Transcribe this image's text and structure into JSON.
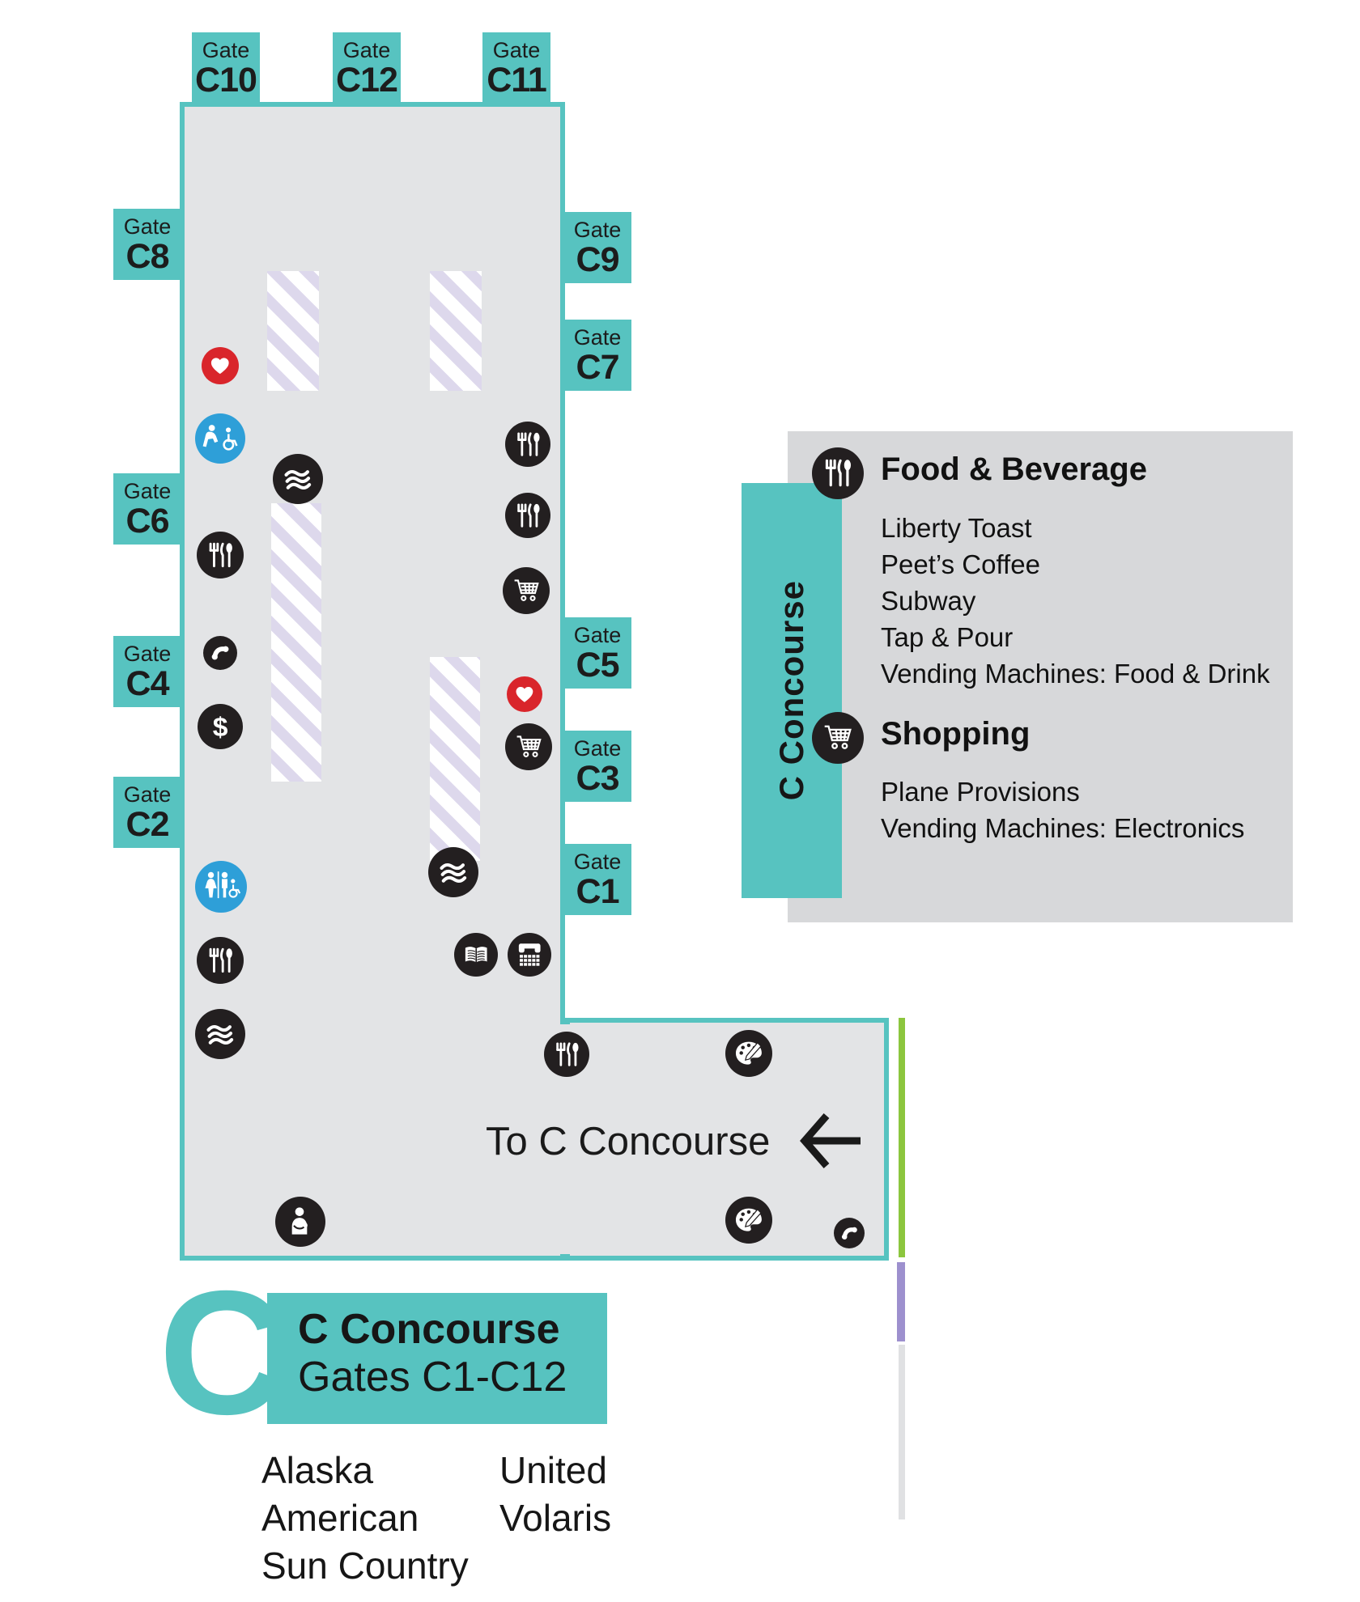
{
  "map": {
    "gate_word": "Gate",
    "gates_top": [
      "C10",
      "C12",
      "C11"
    ],
    "gates_left": [
      "C8",
      "C6",
      "C4",
      "C2"
    ],
    "gates_right": [
      "C9",
      "C7",
      "C5",
      "C3",
      "C1"
    ],
    "to_concourse": "To C Concourse"
  },
  "legend": {
    "banner": "C Concourse",
    "food": {
      "title": "Food & Beverage",
      "items": [
        "Liberty Toast",
        "Peet’s Coffee",
        "Subway",
        "Tap & Pour",
        "Vending Machines: Food & Drink"
      ]
    },
    "shopping": {
      "title": "Shopping",
      "items": [
        "Plane Provisions",
        "Vending Machines: Electronics"
      ]
    }
  },
  "footer": {
    "letter": "C",
    "title": "C Concourse",
    "subtitle": "Gates C1-C12",
    "airlines_left": [
      "Alaska",
      "American",
      "Sun Country"
    ],
    "airlines_right": [
      "United",
      "Volaris"
    ]
  },
  "icons": {
    "restaurant": "fork-knife-spoon",
    "shopping_cart": "cart",
    "water_fill": "three-waves",
    "aed": "heart",
    "restroom": "woman-man-wheelchair",
    "adult_changing": "caregiver-and-wheelchair",
    "atm": "dollar-sign",
    "phone": "handset",
    "library": "open-book",
    "tty_phone": "handset-over-keypad",
    "art": "palette-and-brush",
    "nursing_room": "parent-with-infant",
    "direction": "left-arrow"
  },
  "colors": {
    "teal": "#57C3C0",
    "body_gray": "#E3E4E6",
    "panel_gray": "#D7D8DA",
    "hatch_lavender": "#DDD8EC",
    "icon_black": "#231F20",
    "icon_blue": "#2E9FD8",
    "icon_red": "#D9252B",
    "green_line": "#8CC63E",
    "purple_line": "#9D90CE",
    "gray_line": "#E0E1E3"
  }
}
